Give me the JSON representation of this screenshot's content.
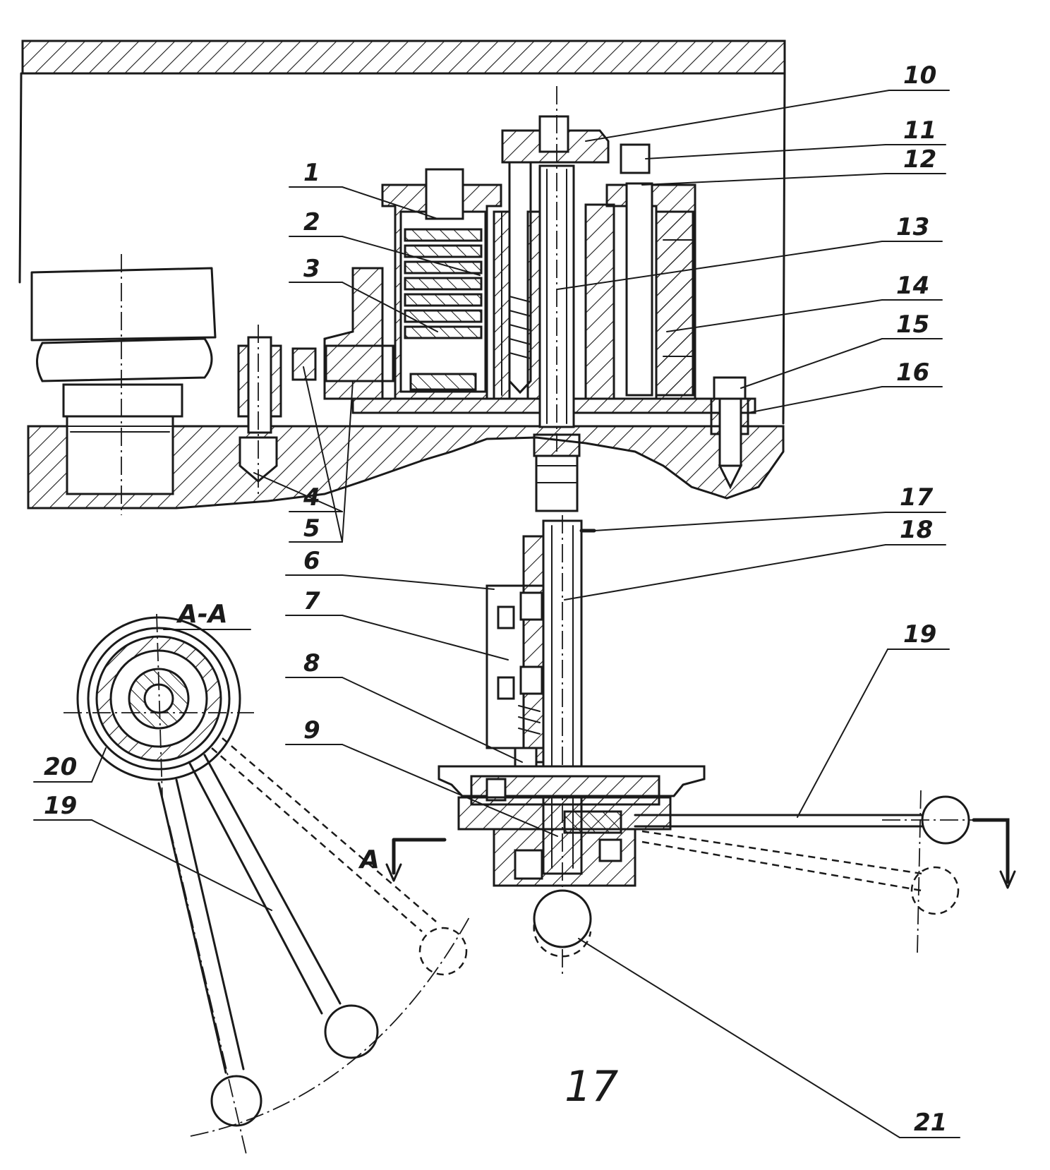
{
  "figure": {
    "number": "17",
    "section_label": "А-А",
    "section_arrow_letter": "А"
  },
  "callouts": [
    {
      "id": "1",
      "text": "1"
    },
    {
      "id": "2",
      "text": "2"
    },
    {
      "id": "3",
      "text": "3"
    },
    {
      "id": "4",
      "text": "4"
    },
    {
      "id": "5",
      "text": "5"
    },
    {
      "id": "6",
      "text": "6"
    },
    {
      "id": "7",
      "text": "7"
    },
    {
      "id": "8",
      "text": "8"
    },
    {
      "id": "9",
      "text": "9"
    },
    {
      "id": "10",
      "text": "10"
    },
    {
      "id": "11",
      "text": "11"
    },
    {
      "id": "12",
      "text": "12"
    },
    {
      "id": "13",
      "text": "13"
    },
    {
      "id": "14",
      "text": "14"
    },
    {
      "id": "15",
      "text": "15"
    },
    {
      "id": "16",
      "text": "16"
    },
    {
      "id": "17",
      "text": "17"
    },
    {
      "id": "18",
      "text": "18"
    },
    {
      "id": "19",
      "text": "19"
    },
    {
      "id": "19b",
      "text": "19"
    },
    {
      "id": "20",
      "text": "20"
    },
    {
      "id": "21",
      "text": "21"
    }
  ],
  "colors": {
    "ink": "#1a1a1a",
    "paper": "#ffffff"
  }
}
